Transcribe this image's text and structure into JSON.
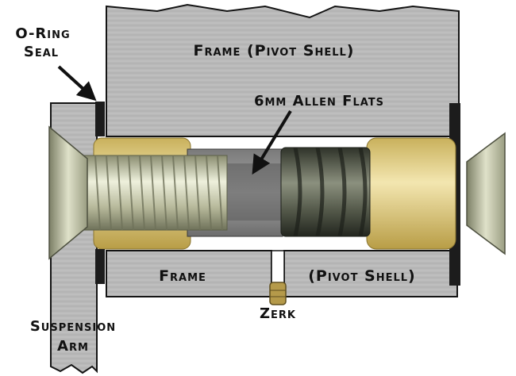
{
  "labels": {
    "frame_top": "Frame (Pivot Shell)",
    "allen_flats": "6mm Allen Flats",
    "oring_line1": "O-Ring",
    "oring_line2": "Seal",
    "frame_bottom_left": "Frame",
    "frame_bottom_right": "(Pivot Shell)",
    "zerk": "Zerk",
    "arm_line1": "Suspension",
    "arm_line2": "Arm"
  },
  "icons": {
    "oring_pointer": "arrow-icon",
    "allen_pointer": "arrow-icon"
  },
  "colors": {
    "frame_fill": "#b9b9b9",
    "frame_stroke": "#141414",
    "bushing": "#e8d38a",
    "bolt_metal": "#c7c9a8",
    "sleeve_dark": "#4e5346",
    "oring": "#1c1c1c",
    "label_text": "#111111"
  }
}
